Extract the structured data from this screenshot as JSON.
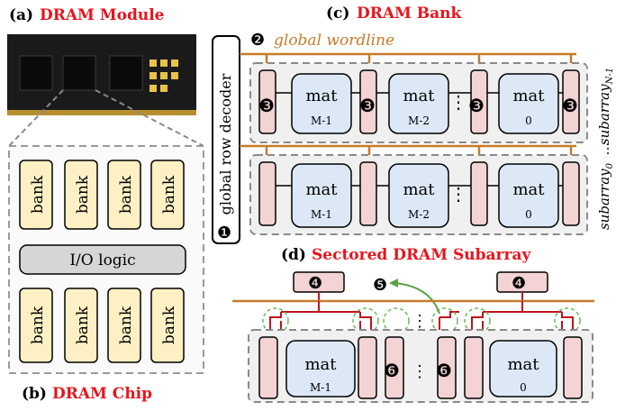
{
  "panels": {
    "a_label": "(a)",
    "a_title": "DRAM Module",
    "b_label": "(b)",
    "b_title": "DRAM Chip",
    "c_label": "(c)",
    "c_title": "DRAM Bank",
    "d_label": "(d)",
    "d_title": "Sectored DRAM Subarray"
  },
  "chip": {
    "bank_label": "bank",
    "io_label": "I/O logic"
  },
  "bank": {
    "decoder_label": "global row decoder",
    "wordline_label": "global wordline",
    "mat_label": "mat",
    "mat_indices": [
      "M-1",
      "M-2",
      "0"
    ],
    "dots": "⋮",
    "subarray_top": "subarray",
    "subarray_top_sub": "N-1",
    "subarray_bottom": "subarray",
    "subarray_bottom_sub": "0",
    "subarray_dots": "…"
  },
  "subarray": {
    "mat_label": "mat",
    "mat_indices": [
      "M-1",
      "0"
    ]
  },
  "markers": {
    "m1": "❶",
    "m2": "❷",
    "m3": "❸",
    "m4": "❹",
    "m5": "❺",
    "m6": "❻"
  },
  "colors": {
    "title_red": "#e8141c",
    "wordline": "#c77b2a",
    "bank_fill": "#fdf0c4",
    "mat_fill": "#dce8f6",
    "decoder_fill": "#f3d3d3",
    "io_fill": "#d6d6d6",
    "transistor": "#c0141c"
  }
}
